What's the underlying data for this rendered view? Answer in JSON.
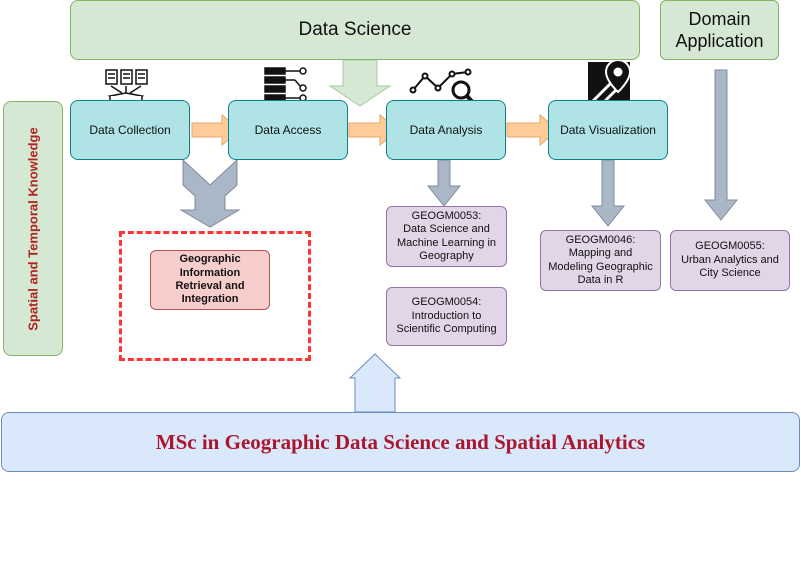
{
  "header": {
    "data_science": "Data Science",
    "domain_application": "Domain\nApplication"
  },
  "side_label": "Spatial and Temporal Knowledge",
  "stages": {
    "data_collection": "Data Collection",
    "data_access": "Data Access",
    "data_analysis": "Data Analysis",
    "data_visualization": "Data Visualization"
  },
  "geographic_box": "Geographic\nInformation\nRetrieval and\nIntegration",
  "courses": {
    "geogm0053": "GEOGM0053:\nData Science and\nMachine Learning in\nGeography",
    "geogm0054": "GEOGM0054:\nIntroduction to\nScientific Computing",
    "geogm0046": "GEOGM0046:\nMapping and\nModeling Geographic\nData in R",
    "geogm0055": "GEOGM0055:\nUrban Analytics and\nCity Science"
  },
  "program_title": "MSc in Geographic Data Science and Spatial Analytics",
  "icons": [
    "documents-to-tray-icon",
    "server-network-icon",
    "analytics-magnifier-icon",
    "map-marker-icon"
  ],
  "colors": {
    "green_fill": "#d5e8d4",
    "teal_fill": "#b0e3e6",
    "purple_fill": "#e1d5e7",
    "pink_fill": "#f8cecc",
    "blue_fill": "#dae8fc",
    "orange_arrow": "#ffcc99",
    "gray_arrow": "#a9b7c6",
    "dashed_red": "#ff3333",
    "title_red": "#a8172c"
  }
}
